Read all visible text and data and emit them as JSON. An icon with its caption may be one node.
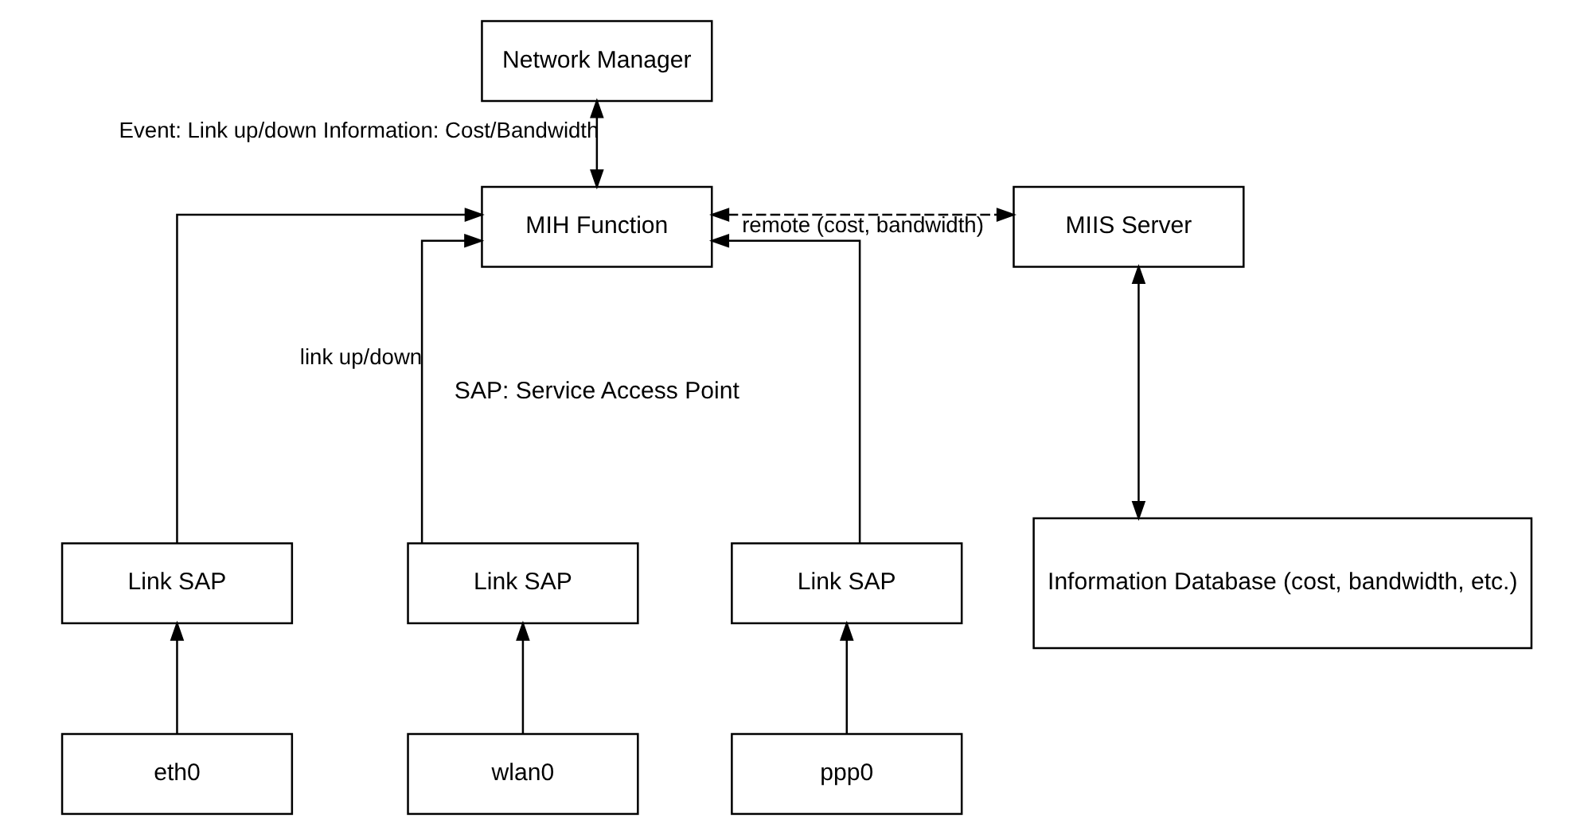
{
  "diagram": {
    "nodes": [
      {
        "text": [
          "Network Manager"
        ]
      },
      {
        "text": [
          "MIH Function"
        ]
      },
      {
        "text": [
          "MIIS Server"
        ]
      },
      {
        "text": [
          "Link SAP"
        ]
      },
      {
        "text": [
          "Link SAP"
        ]
      },
      {
        "text": [
          "Link SAP"
        ]
      },
      {
        "text": [
          "eth0"
        ]
      },
      {
        "text": [
          "wlan0"
        ]
      },
      {
        "text": [
          "ppp0"
        ]
      },
      {
        "text": [
          "Information Database (cost, bandwidth, etc.)"
        ]
      }
    ],
    "edges": [
      {
        "from": 0,
        "to": 1,
        "arrow": "both",
        "label": "Event: Link up/down Information: Cost/Bandwidth"
      },
      {
        "from": 1,
        "to": 2,
        "arrow": "both",
        "style": "dashed",
        "label": "remote (cost, bandwidth)"
      },
      {
        "from": 3,
        "to": 1,
        "arrow": "to"
      },
      {
        "from": 4,
        "to": 1,
        "arrow": "to",
        "label": "link up/down"
      },
      {
        "from": 5,
        "to": 1,
        "arrow": "to"
      },
      {
        "from": 6,
        "to": 3,
        "arrow": "to"
      },
      {
        "from": 7,
        "to": 4,
        "arrow": "to"
      },
      {
        "from": 8,
        "to": 5,
        "arrow": "to"
      },
      {
        "from": 2,
        "to": 9,
        "arrow": "both"
      }
    ],
    "labels": [
      "SAP: Service Access Point"
    ]
  }
}
